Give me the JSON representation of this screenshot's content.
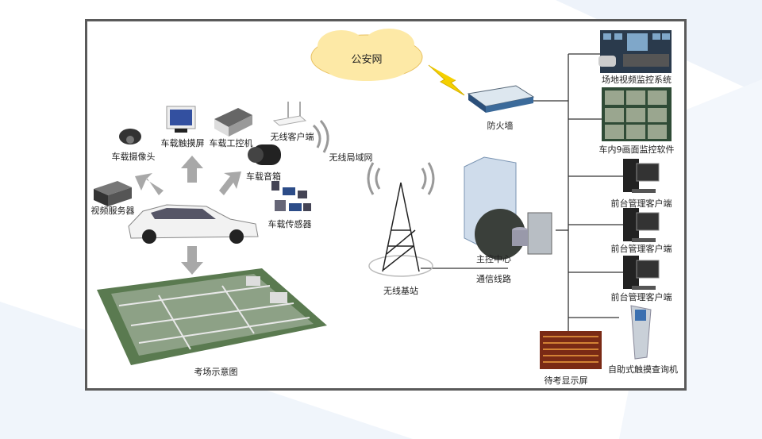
{
  "cloud": "公安网",
  "firewall": "防火墙",
  "site_video": "场地视频监控系统",
  "car_9screen": "车内9画面监控软件",
  "front_clients": [
    "前台管理客户端",
    "前台管理客户端",
    "前台管理客户端"
  ],
  "kiosk": "自助式触摸查询机",
  "waiting_screen": "待考显示屏",
  "control_center": "主控中心",
  "comm_line": "通信线路",
  "base_station": "无线基站",
  "wlan": "无线局域网",
  "wireless_client": "无线客户端",
  "car_ipc": "车载工控机",
  "car_touch": "车载触摸屏",
  "car_camera": "车载摄像头",
  "car_speaker": "车载音箱",
  "car_sensor": "车载传感器",
  "video_server": "视频服务器",
  "site_map": "考场示意图"
}
